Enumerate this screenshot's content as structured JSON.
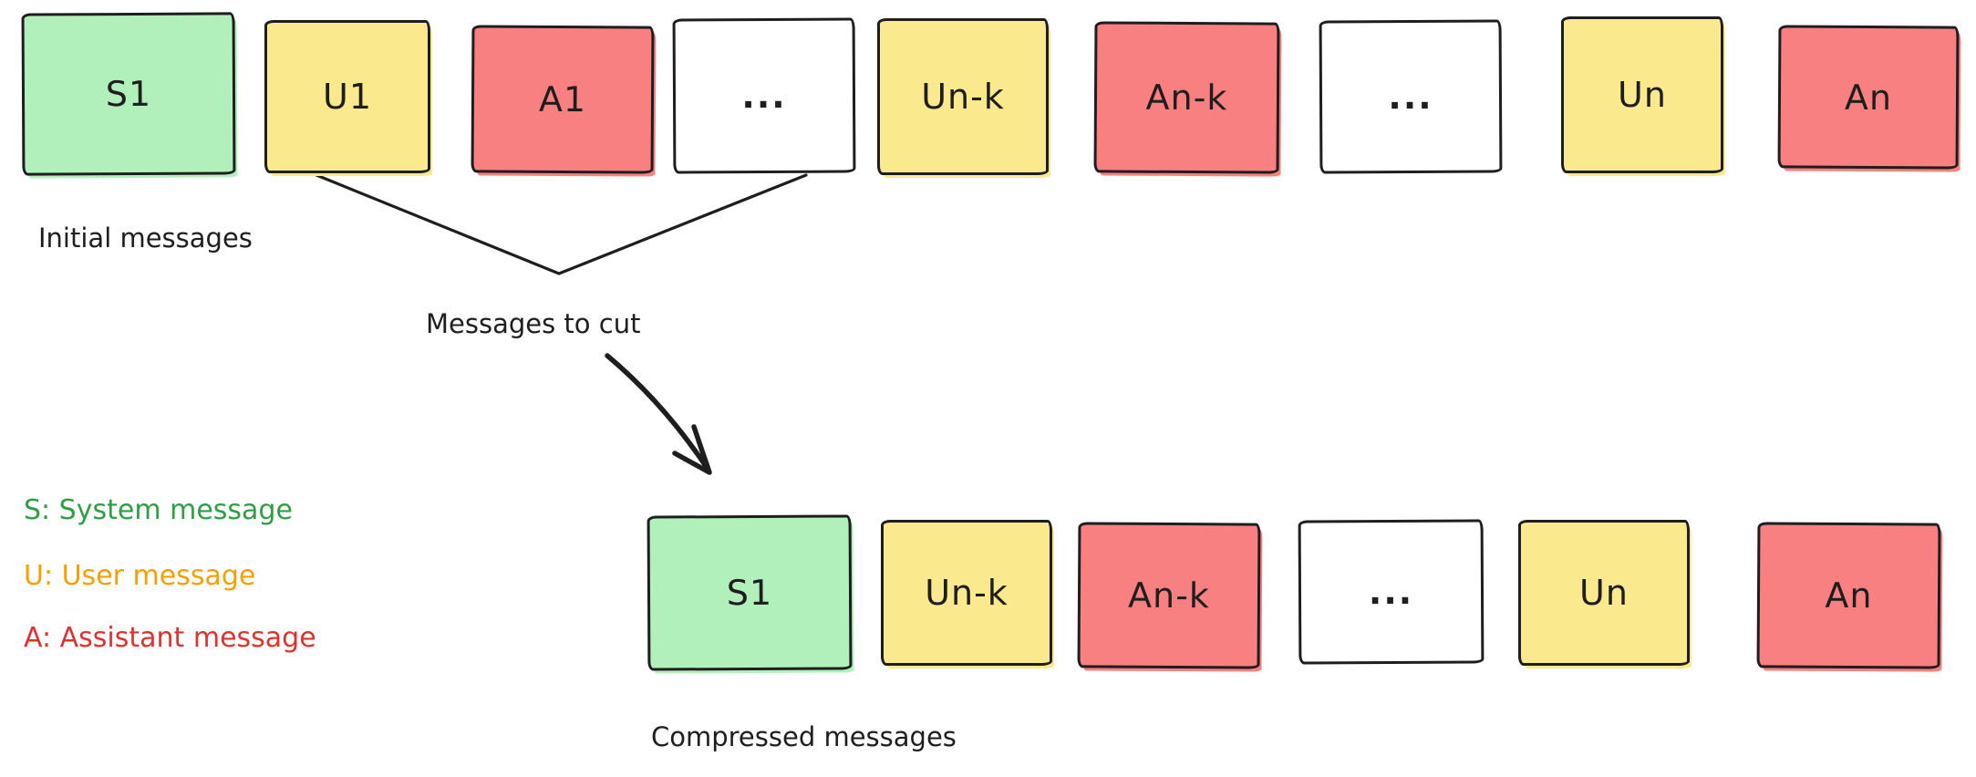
{
  "canvas": {
    "background": "#ffffff"
  },
  "colors": {
    "stroke": "#1e1e1e",
    "system_fill": "#b1f0ba",
    "user_fill": "#fbe98e",
    "assistant_fill": "#f88080",
    "ellipsis_fill": "#ffffff",
    "legend_system": "#2f9e44",
    "legend_user": "#f59f00",
    "legend_assistant": "#e03131"
  },
  "rows": {
    "initial": {
      "caption": "Initial messages",
      "boxes": [
        {
          "label": "S1",
          "type": "system"
        },
        {
          "label": "U1",
          "type": "user"
        },
        {
          "label": "A1",
          "type": "assistant"
        },
        {
          "label": "...",
          "type": "ellipsis"
        },
        {
          "label": "Un-k",
          "type": "user"
        },
        {
          "label": "An-k",
          "type": "assistant"
        },
        {
          "label": "...",
          "type": "ellipsis"
        },
        {
          "label": "Un",
          "type": "user"
        },
        {
          "label": "An",
          "type": "assistant"
        }
      ]
    },
    "compressed": {
      "caption": "Compressed messages",
      "boxes": [
        {
          "label": "S1",
          "type": "system"
        },
        {
          "label": "Un-k",
          "type": "user"
        },
        {
          "label": "An-k",
          "type": "assistant"
        },
        {
          "label": "...",
          "type": "ellipsis"
        },
        {
          "label": "Un",
          "type": "user"
        },
        {
          "label": "An",
          "type": "assistant"
        }
      ]
    }
  },
  "annotations": {
    "cut_label": "Messages to cut"
  },
  "legend": {
    "items": [
      {
        "label": "S: System message",
        "color": "#2f9e44"
      },
      {
        "label": "U: User message",
        "color": "#f59f00"
      },
      {
        "label": "A: Assistant message",
        "color": "#e03131"
      }
    ]
  }
}
